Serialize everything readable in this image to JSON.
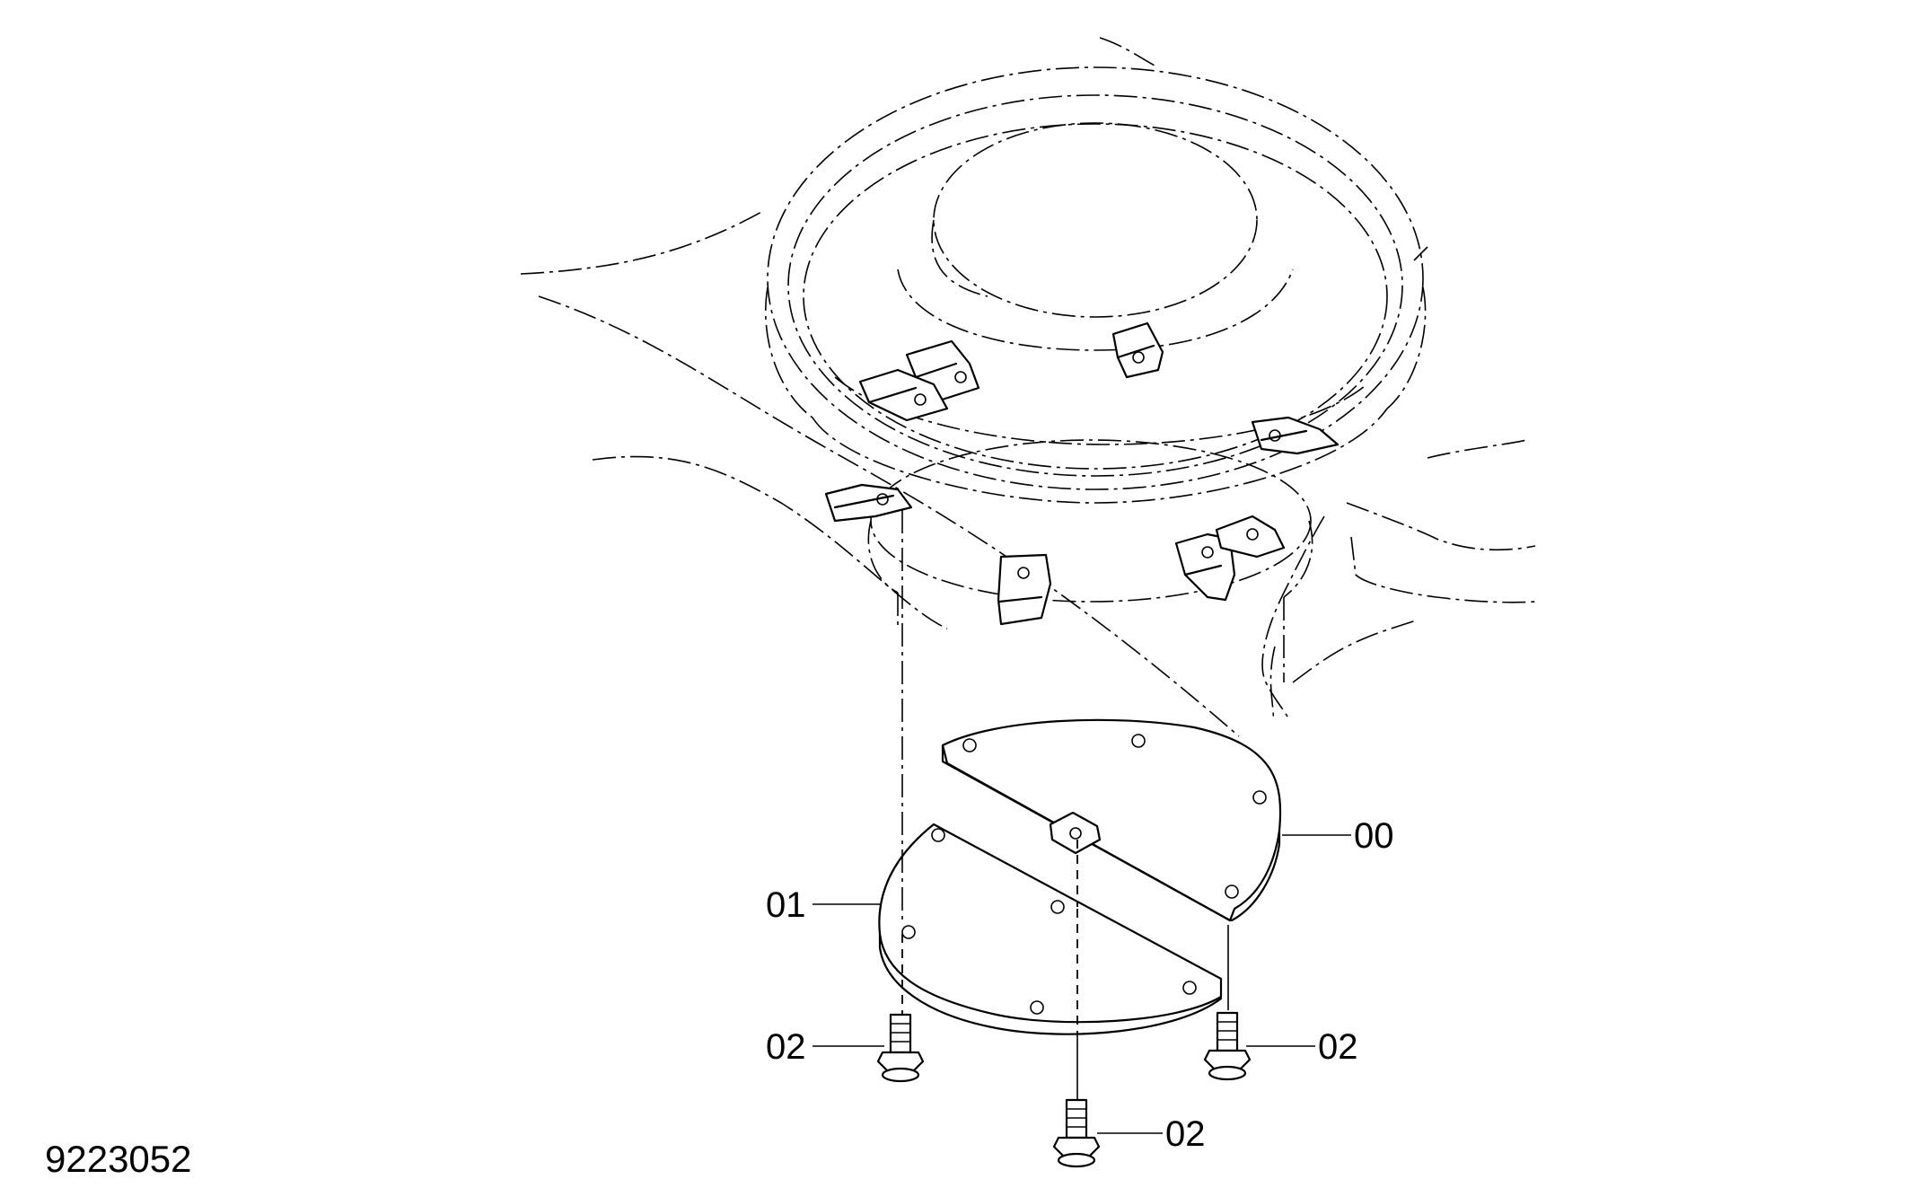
{
  "drawing_number": "9223052",
  "callouts": [
    {
      "id": "cover-plate-upper",
      "text": "00"
    },
    {
      "id": "cover-plate-lower",
      "text": "01"
    },
    {
      "id": "bolt-left",
      "text": "02"
    },
    {
      "id": "bolt-right",
      "text": "02"
    },
    {
      "id": "bolt-bottom",
      "text": "02"
    }
  ]
}
